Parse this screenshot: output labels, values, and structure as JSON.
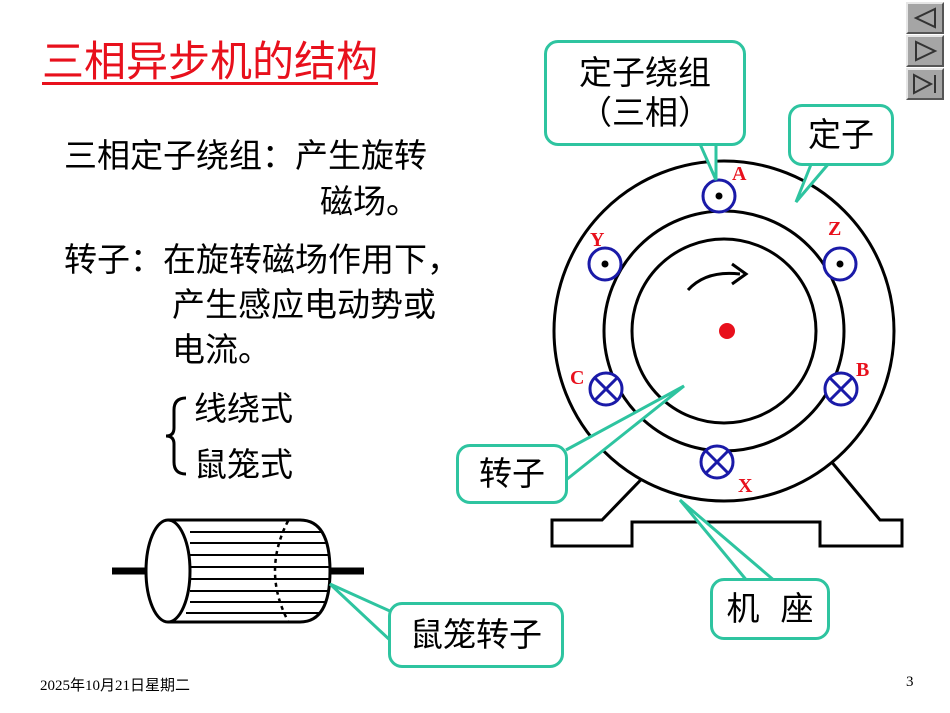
{
  "slide": {
    "title": "三相异步机的结构",
    "stator_winding_line1": "三相定子绕组：产生旋转",
    "stator_winding_line2": "磁场。",
    "rotor_line1": "转子：在旋转磁场作用下，",
    "rotor_line2": "产生感应电动势或",
    "rotor_line3": "电流。",
    "rotor_types": [
      "线绕式",
      "鼠笼式"
    ]
  },
  "callouts": {
    "stator_winding": "定子绕组（三相）",
    "stator_winding_l1": "定子绕组",
    "stator_winding_l2": "（三相）",
    "stator": "定子",
    "rotor": "转子",
    "base": "机  座",
    "squirrel_cage_rotor": "鼠笼转子"
  },
  "phase_labels": {
    "A": "A",
    "Z": "Z",
    "B": "B",
    "X": "X",
    "C": "C",
    "Y": "Y"
  },
  "footer": {
    "date": "2025年10月21日星期二",
    "page_number": "3"
  },
  "nav": {
    "icons": [
      "previous-icon",
      "next-icon",
      "last-icon"
    ]
  },
  "colors": {
    "title": "#e8101c",
    "callout_border": "#2ec4a0",
    "coil": "#1a1aa8",
    "phase_label": "#e8101c",
    "rotor_center": "#e8101c"
  }
}
